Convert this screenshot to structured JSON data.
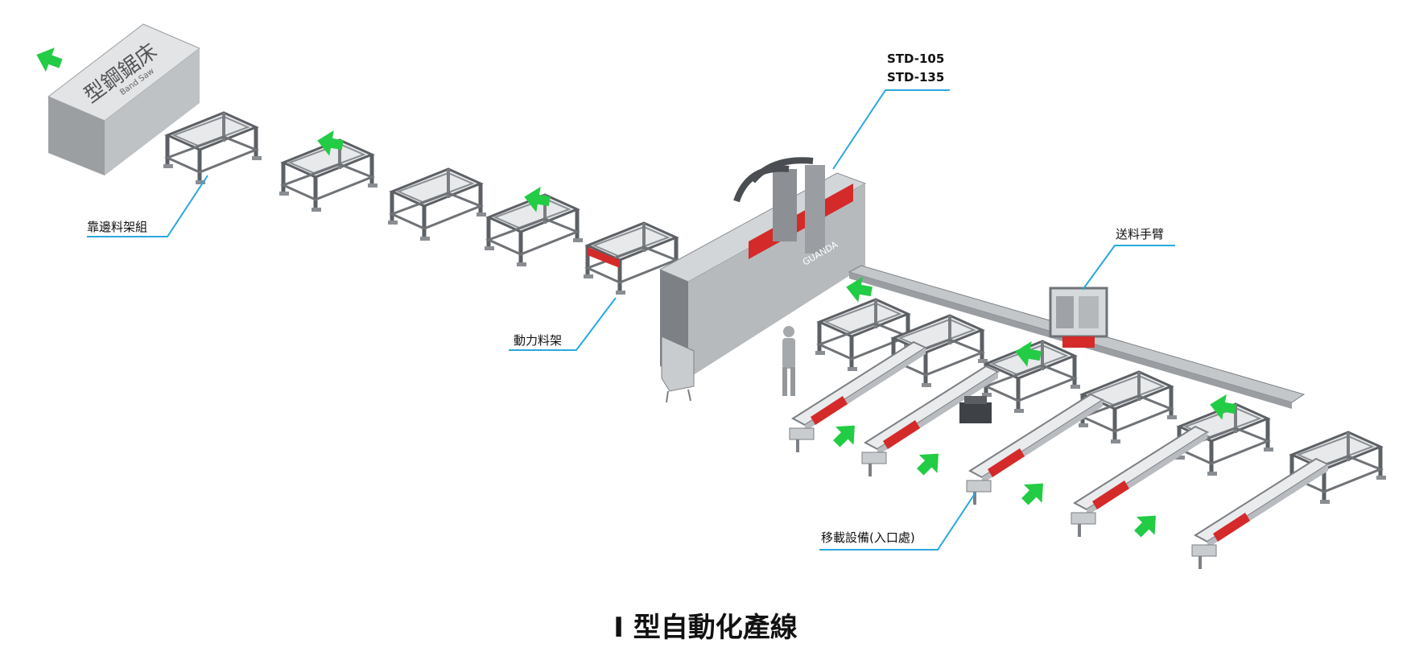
{
  "title": "I 型自動化產線",
  "saw": {
    "label": "型鋼鋸床",
    "sublabel": "Band Saw"
  },
  "callouts": {
    "side_rack": "靠邊料架組",
    "power_rack": "動力料架",
    "model_line1": "STD-105",
    "model_line2": "STD-135",
    "feed_arm": "送料手臂",
    "transfer": "移載設備(入口處)"
  },
  "machine_brand": "GUANDA",
  "colors": {
    "callout_line": "#29a8e0",
    "arrow": "#22cc44",
    "accent_red": "#d42a2a",
    "frame_gray": "#6f7377",
    "light_gray": "#c9cccf"
  }
}
